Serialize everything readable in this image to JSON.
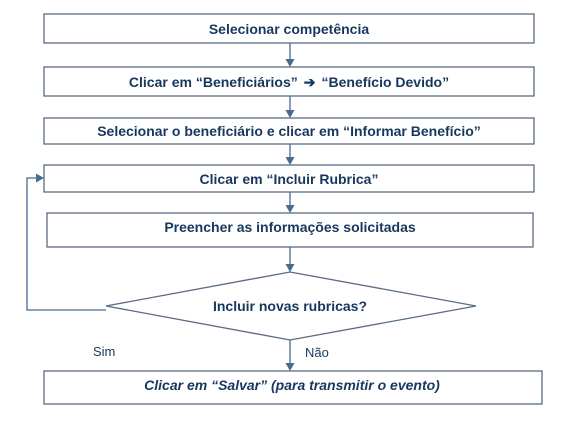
{
  "flowchart": {
    "steps": {
      "s1": "Selecionar competência",
      "s2_part1": "Clicar em “Beneficiários”",
      "s2_arrow": "➔",
      "s2_part2": "“Benefício Devido”",
      "s3": "Selecionar o beneficiário e clicar em “Informar Benefício”",
      "s4": "Clicar em “Incluir Rubrica”",
      "s5": "Preencher as informações solicitadas",
      "s7": "Clicar em “Salvar” (para transmitir o evento)"
    },
    "decision": {
      "question": "Incluir novas rubricas?",
      "yes_label": "Sim",
      "no_label": "Não"
    }
  },
  "colors": {
    "text": "#17375e",
    "border": "#5a6b82",
    "connector": "#4a6a8e"
  }
}
